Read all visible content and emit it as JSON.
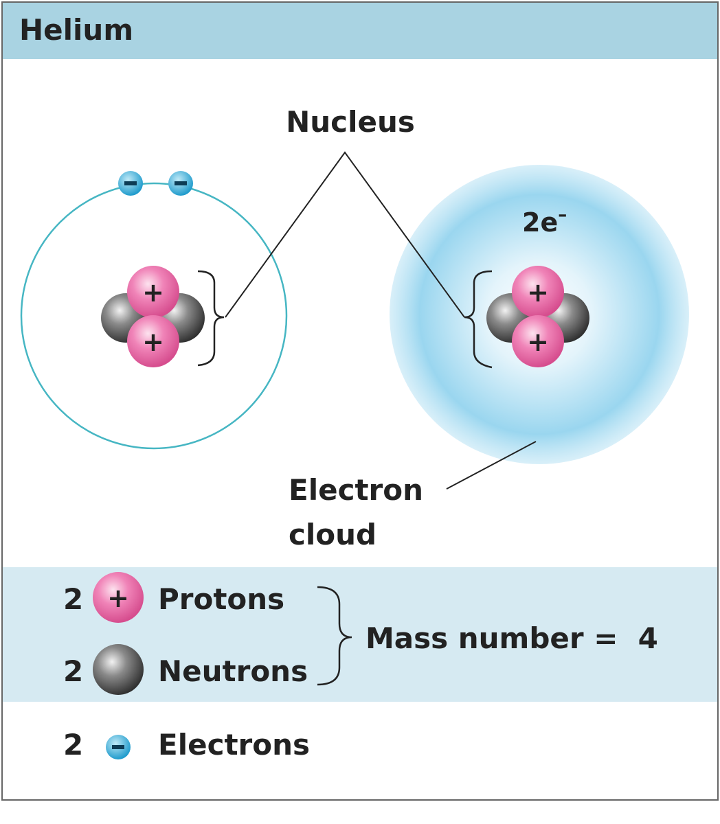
{
  "title": "Helium",
  "labels": {
    "nucleus": "Nucleus",
    "cloud_charge": "2e",
    "cloud_charge_sup": "–",
    "electron_cloud_line1": "Electron",
    "electron_cloud_line2": "cloud"
  },
  "symbols": {
    "proton": "+",
    "electron": "–"
  },
  "legend": {
    "protons": {
      "count": "2",
      "label": "Protons"
    },
    "neutrons": {
      "count": "2",
      "label": "Neutrons"
    },
    "electrons": {
      "count": "2",
      "label": "Electrons"
    },
    "mass_number": "Mass number =  4"
  },
  "colors": {
    "header_bg": "#a9d3e2",
    "legend_bg": "#d6eaf2",
    "proton": "#e86aa6",
    "neutron": "#555555",
    "electron": "#2aa9d6",
    "orbit": "#46b6c3",
    "cloud": "#8fd0ec"
  }
}
